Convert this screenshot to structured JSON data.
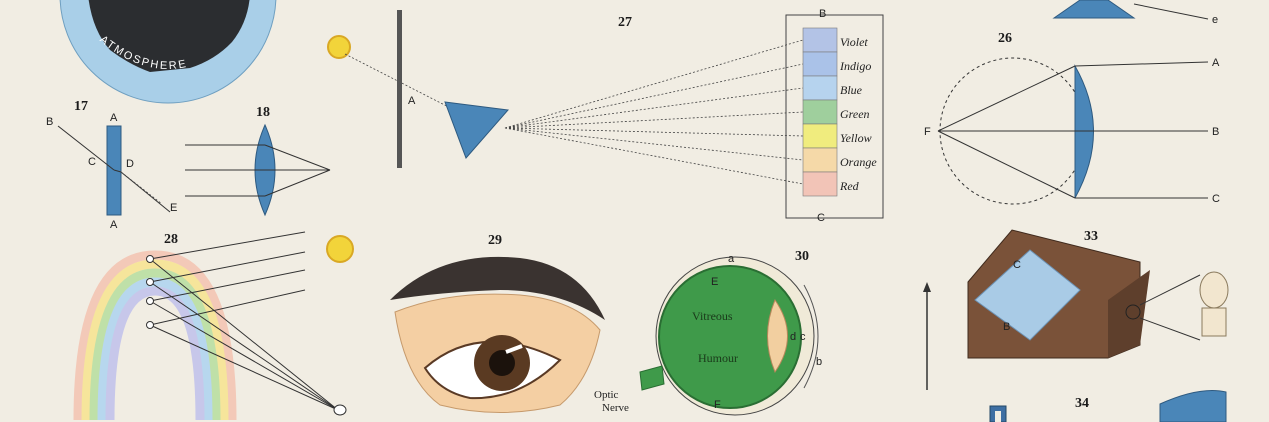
{
  "atmosphere_label": "ATMOSPHERE",
  "fig17": {
    "number": "17",
    "labels": {
      "a_top": "A",
      "a_bottom": "A",
      "b": "B",
      "c": "C",
      "d": "D",
      "e": "E"
    }
  },
  "fig18": {
    "number": "18"
  },
  "fig27": {
    "number": "27",
    "aperture_label": "A",
    "top_label": "B",
    "bottom_label": "C",
    "spectrum": [
      {
        "name": "Violet",
        "color": "#b3c3e6"
      },
      {
        "name": "Indigo",
        "color": "#aac2e8"
      },
      {
        "name": "Blue",
        "color": "#b6d3ee"
      },
      {
        "name": "Green",
        "color": "#9fcf9d"
      },
      {
        "name": "Yellow",
        "color": "#f0ec7e"
      },
      {
        "name": "Orange",
        "color": "#f5d9a8"
      },
      {
        "name": "Red",
        "color": "#f2c4b7"
      }
    ]
  },
  "fig26": {
    "number": "26",
    "focus_label": "F",
    "ray_labels": [
      "A",
      "B",
      "C"
    ]
  },
  "fig25_label": "e",
  "fig28": {
    "number": "28"
  },
  "fig29": {
    "number": "29"
  },
  "fig30": {
    "number": "30",
    "vitreous_line1": "Vitreous",
    "vitreous_line2": "Humour",
    "nerve_line1": "Optic",
    "nerve_line2": "Nerve",
    "letters": {
      "a": "a",
      "e": "E",
      "d": "d",
      "c": "c",
      "b": "b",
      "f": "F"
    }
  },
  "fig33": {
    "number": "33",
    "label_c": "C",
    "label_b": "B"
  },
  "fig34": {
    "number": "34"
  },
  "colors": {
    "paper": "#f1ede3",
    "optic_blue": "#4a86b8",
    "eye_green": "#3f9a4a",
    "sun": "#f2d43a"
  }
}
